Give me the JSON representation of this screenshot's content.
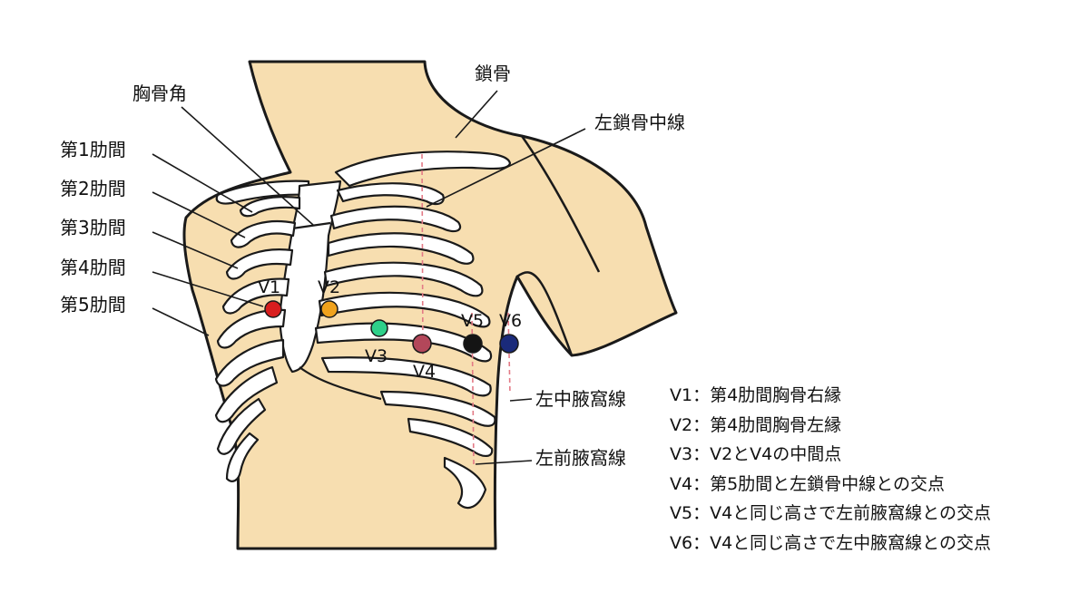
{
  "labels": {
    "sternal_angle": "胸骨角",
    "clavicle": "鎖骨",
    "left_midclavicular_line": "左鎖骨中線",
    "ics1": "第1肋間",
    "ics2": "第2肋間",
    "ics3": "第3肋間",
    "ics4": "第4肋間",
    "ics5": "第5肋間",
    "left_midaxillary_line": "左中腋窩線",
    "left_anterior_axillary_line": "左前腋窩線"
  },
  "electrodes": [
    {
      "label": "V1",
      "color": "#d81e1e"
    },
    {
      "label": "V2",
      "color": "#f0a21c"
    },
    {
      "label": "V3",
      "color": "#2ed08a"
    },
    {
      "label": "V4",
      "color": "#b3475a"
    },
    {
      "label": "V5",
      "color": "#141414"
    },
    {
      "label": "V6",
      "color": "#1a2a7a"
    }
  ],
  "legend": [
    "V1：第4肋間胸骨右縁",
    "V2：第4肋間胸骨左縁",
    "V3：V2とV4の中間点",
    "V4：第5肋間と左鎖骨中線との交点",
    "V5：V4と同じ高さで左前腋窩線との交点",
    "V6：V4と同じ高さで左中腋窩線との交点"
  ],
  "colors": {
    "skin": "#f7deb0",
    "bone": "#ffffff",
    "outline": "#1a1a1a",
    "guide_line": "#e37a86"
  }
}
